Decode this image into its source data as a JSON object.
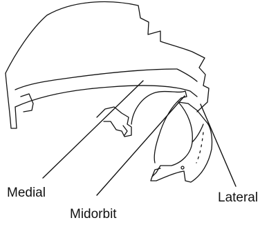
{
  "labels": {
    "medial": "Medial",
    "midorbit": "Midorbit",
    "lateral": "Lateral"
  }
}
